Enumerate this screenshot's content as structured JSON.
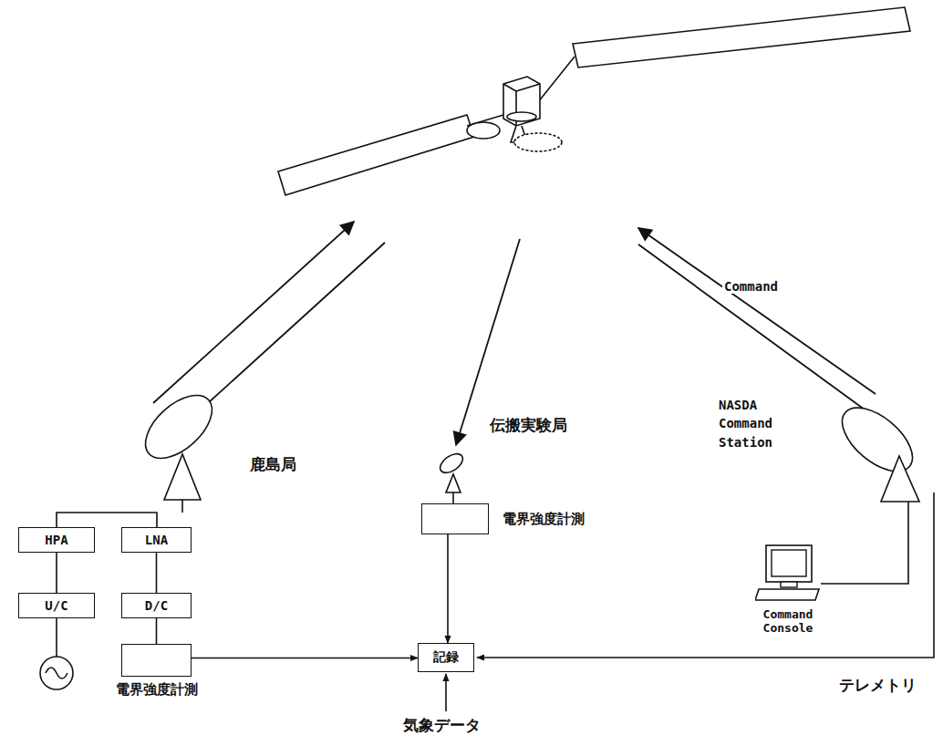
{
  "diagram": {
    "nodes": [
      {
        "text": [
          "HPA"
        ]
      },
      {
        "text": [
          "U/C"
        ]
      },
      {
        "text": [
          "LNA"
        ]
      },
      {
        "text": [
          "D/C"
        ]
      },
      {
        "text": [
          "電界強度計測"
        ]
      },
      {
        "text": [
          "電界強度計測"
        ]
      },
      {
        "text": [
          "記録"
        ]
      },
      {
        "text": [
          "Command Console"
        ]
      }
    ],
    "edges": [
      {
        "from": 0,
        "to": 1,
        "arrow": "none"
      },
      {
        "from": 2,
        "to": 3,
        "arrow": "none"
      },
      {
        "from": 3,
        "to": 4,
        "arrow": "none"
      },
      {
        "from": 4,
        "to": 6,
        "arrow": "to"
      },
      {
        "from": 5,
        "to": 6,
        "arrow": "to"
      }
    ],
    "labels": [
      "鹿島局",
      "伝搬実験局",
      "NASDA Command Station",
      "Command",
      "テレメトリ",
      "気象データ"
    ]
  }
}
